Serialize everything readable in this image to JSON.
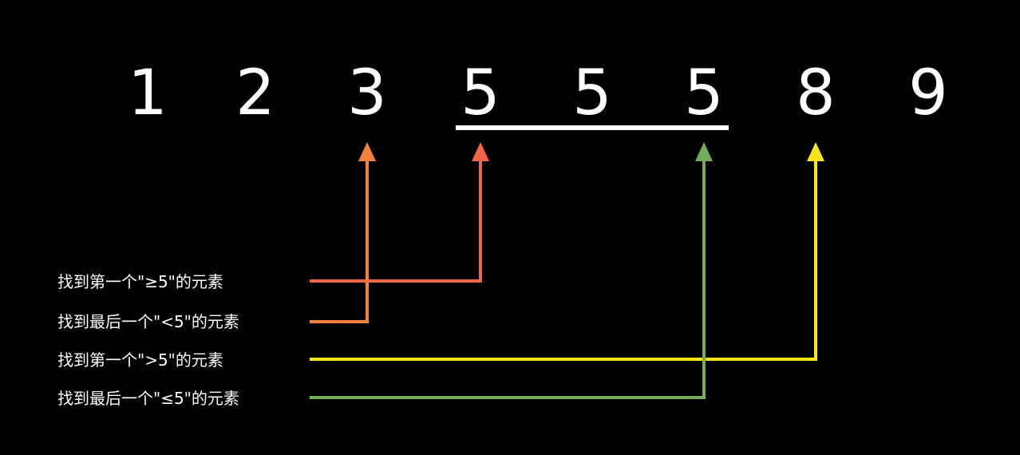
{
  "array": [
    "1",
    "2",
    "3",
    "5",
    "5",
    "5",
    "8",
    "9"
  ],
  "highlight_range": {
    "from_index": 3,
    "to_index": 5
  },
  "queries": [
    {
      "label": "找到第一个\"≥5\"的元素",
      "target_index": 3,
      "color": "#f0654a"
    },
    {
      "label": "找到最后一个\"<5\"的元素",
      "target_index": 2,
      "color": "#f5823a"
    },
    {
      "label": "找到第一个\">5\"的元素",
      "target_index": 6,
      "color": "#f7e51a"
    },
    {
      "label": "找到最后一个\"≤5\"的元素",
      "target_index": 5,
      "color": "#74ad5a"
    }
  ]
}
